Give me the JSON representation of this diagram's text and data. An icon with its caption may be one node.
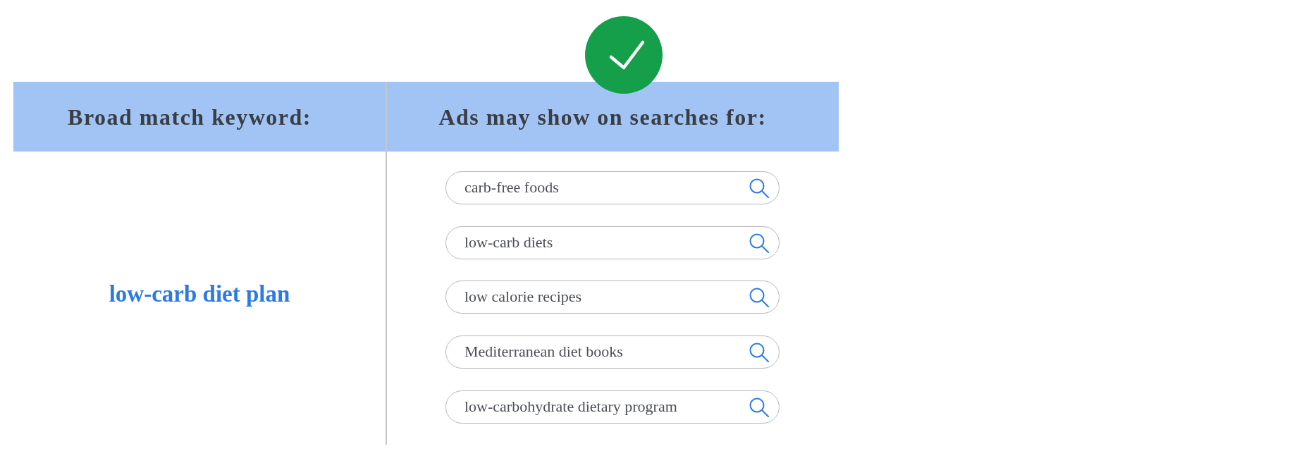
{
  "diagram": {
    "labels": [
      "Broad match keyword:",
      "Ads may show on searches for:",
      "low-carb diet plan",
      "carb-free foods",
      "low-carb diets",
      "low calorie recipes",
      "Mediterranean diet books",
      "low-carbohydrate dietary program"
    ]
  }
}
